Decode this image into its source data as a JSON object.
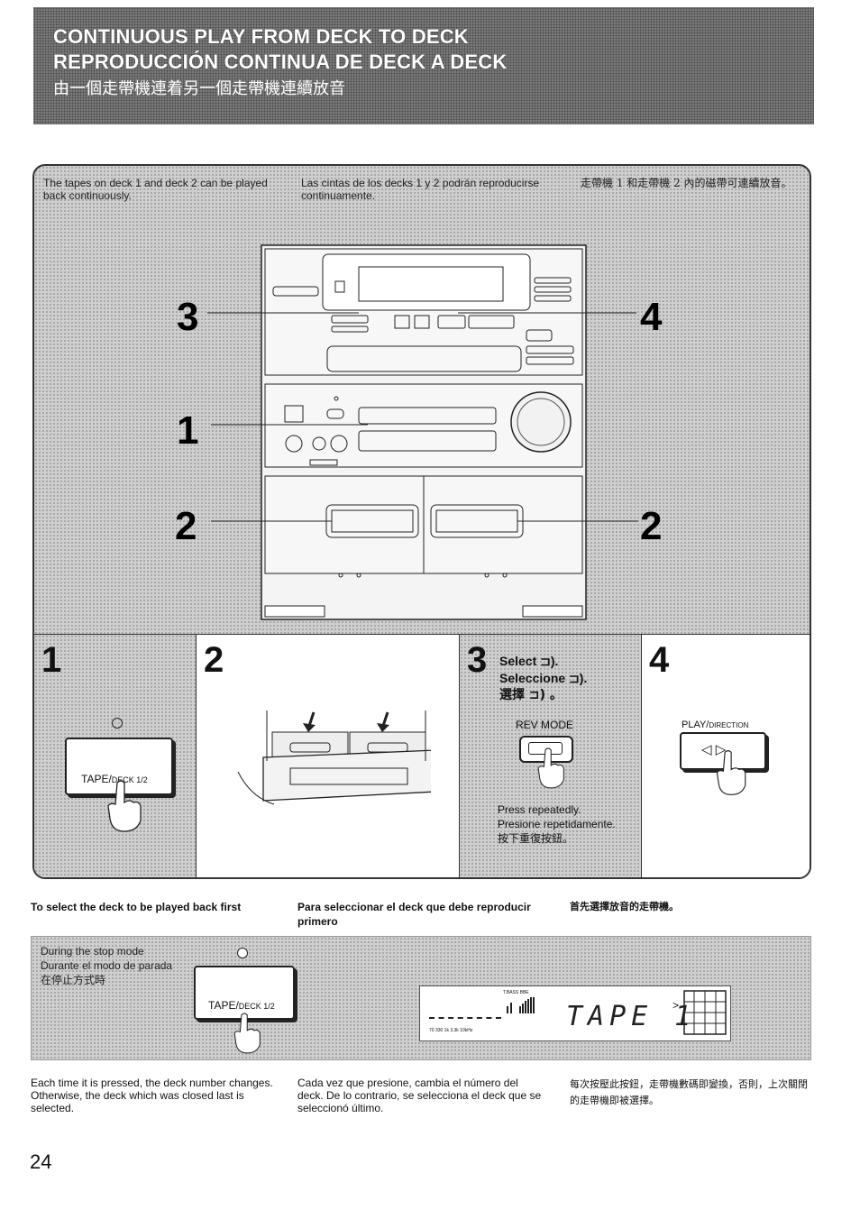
{
  "header": {
    "title_en": "CONTINUOUS PLAY FROM DECK TO DECK",
    "title_es": "REPRODUCCIÓN CONTINUA DE DECK A DECK",
    "title_zh": "由一個走帶機連着另一個走帶機連續放音"
  },
  "intro": {
    "en": "The tapes on deck 1 and deck 2 can be played back continuously.",
    "es": "Las cintas de los decks 1 y 2 podrán reproducirse continuamente.",
    "zh": "走帶機 1 和走帶機 2 內的磁帶可連續放音。"
  },
  "callouts": {
    "n3": "3",
    "n4": "4",
    "n1": "1",
    "n2a": "2",
    "n2b": "2"
  },
  "steps": {
    "s1": {
      "num": "1",
      "button": "TAPE/",
      "button_small": "DECK 1/2"
    },
    "s2": {
      "num": "2"
    },
    "s3": {
      "num": "3",
      "select_en": "Select",
      "select_es": "Seleccione",
      "select_zh": "選擇",
      "symbol": "⊐).",
      "symbol_zh": "⊐) 。",
      "button": "REV MODE",
      "press_en": "Press repeatedly.",
      "press_es": "Presione repetidamente.",
      "press_zh": "按下重復按鈕。"
    },
    "s4": {
      "num": "4",
      "button": "PLAY/",
      "button_small": "DIRECTION",
      "symbols": "◁  ▷"
    }
  },
  "section": {
    "en": "To select the deck to be played back first",
    "es": "Para seleccionar el deck que debe reproducir primero",
    "zh": "首先選擇放音的走帶機。"
  },
  "stop_panel": {
    "mode_en": "During the stop mode",
    "mode_es": "Durante el modo de parada",
    "mode_zh": "在停止方式時",
    "button": "TAPE/",
    "button_small": "DECK 1/2",
    "display_text": "TAPE 1",
    "display_arrow": ">",
    "eq_labels": "70   330   1k   3.3k  10kHz",
    "eq_top": "T.BASS  BBE"
  },
  "footer": {
    "en": "Each time it is pressed, the deck number changes. Otherwise, the deck which was closed last is selected.",
    "es": "Cada vez que presione, cambia el número del deck. De lo contrario, se selecciona el deck que se seleccionó último.",
    "zh": "每次按壓此按鈕，走帶機數碼即變換，否則，上次關閉的走帶機即被選擇。"
  },
  "page_number": "24"
}
